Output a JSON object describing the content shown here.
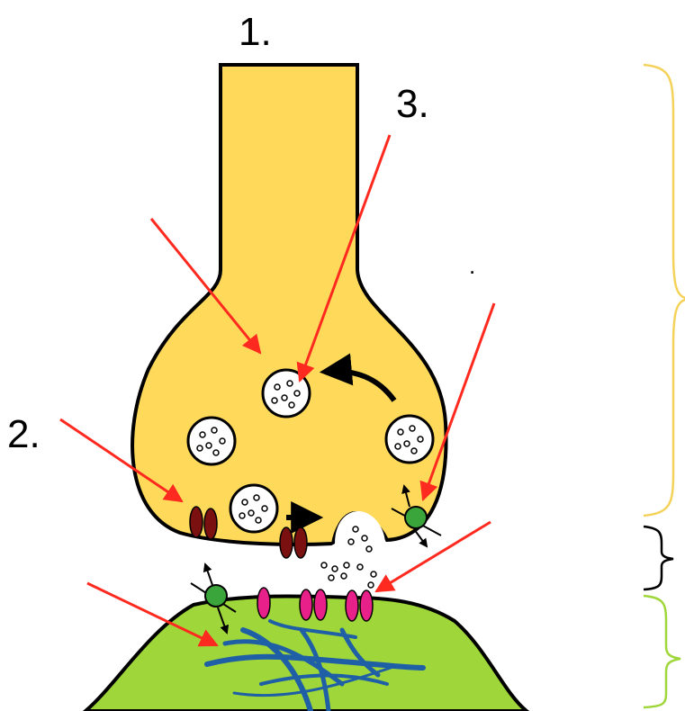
{
  "labels": {
    "one": "1.",
    "two": "2.",
    "three": "3.",
    "dot": "."
  },
  "colors": {
    "presynaptic": "#ffd95a",
    "postsynaptic": "#9fd63a",
    "arrow": "#ff2a1f",
    "vesicle": "#ffffff",
    "calcium_channel": "#7a1010",
    "receptor": "#e8208a",
    "transporter": "#3aa53a",
    "cytoskeleton": "#1f5fa6",
    "brace_pre": "#f4d25a",
    "brace_cleft": "#000000",
    "brace_post": "#9fd63a"
  }
}
